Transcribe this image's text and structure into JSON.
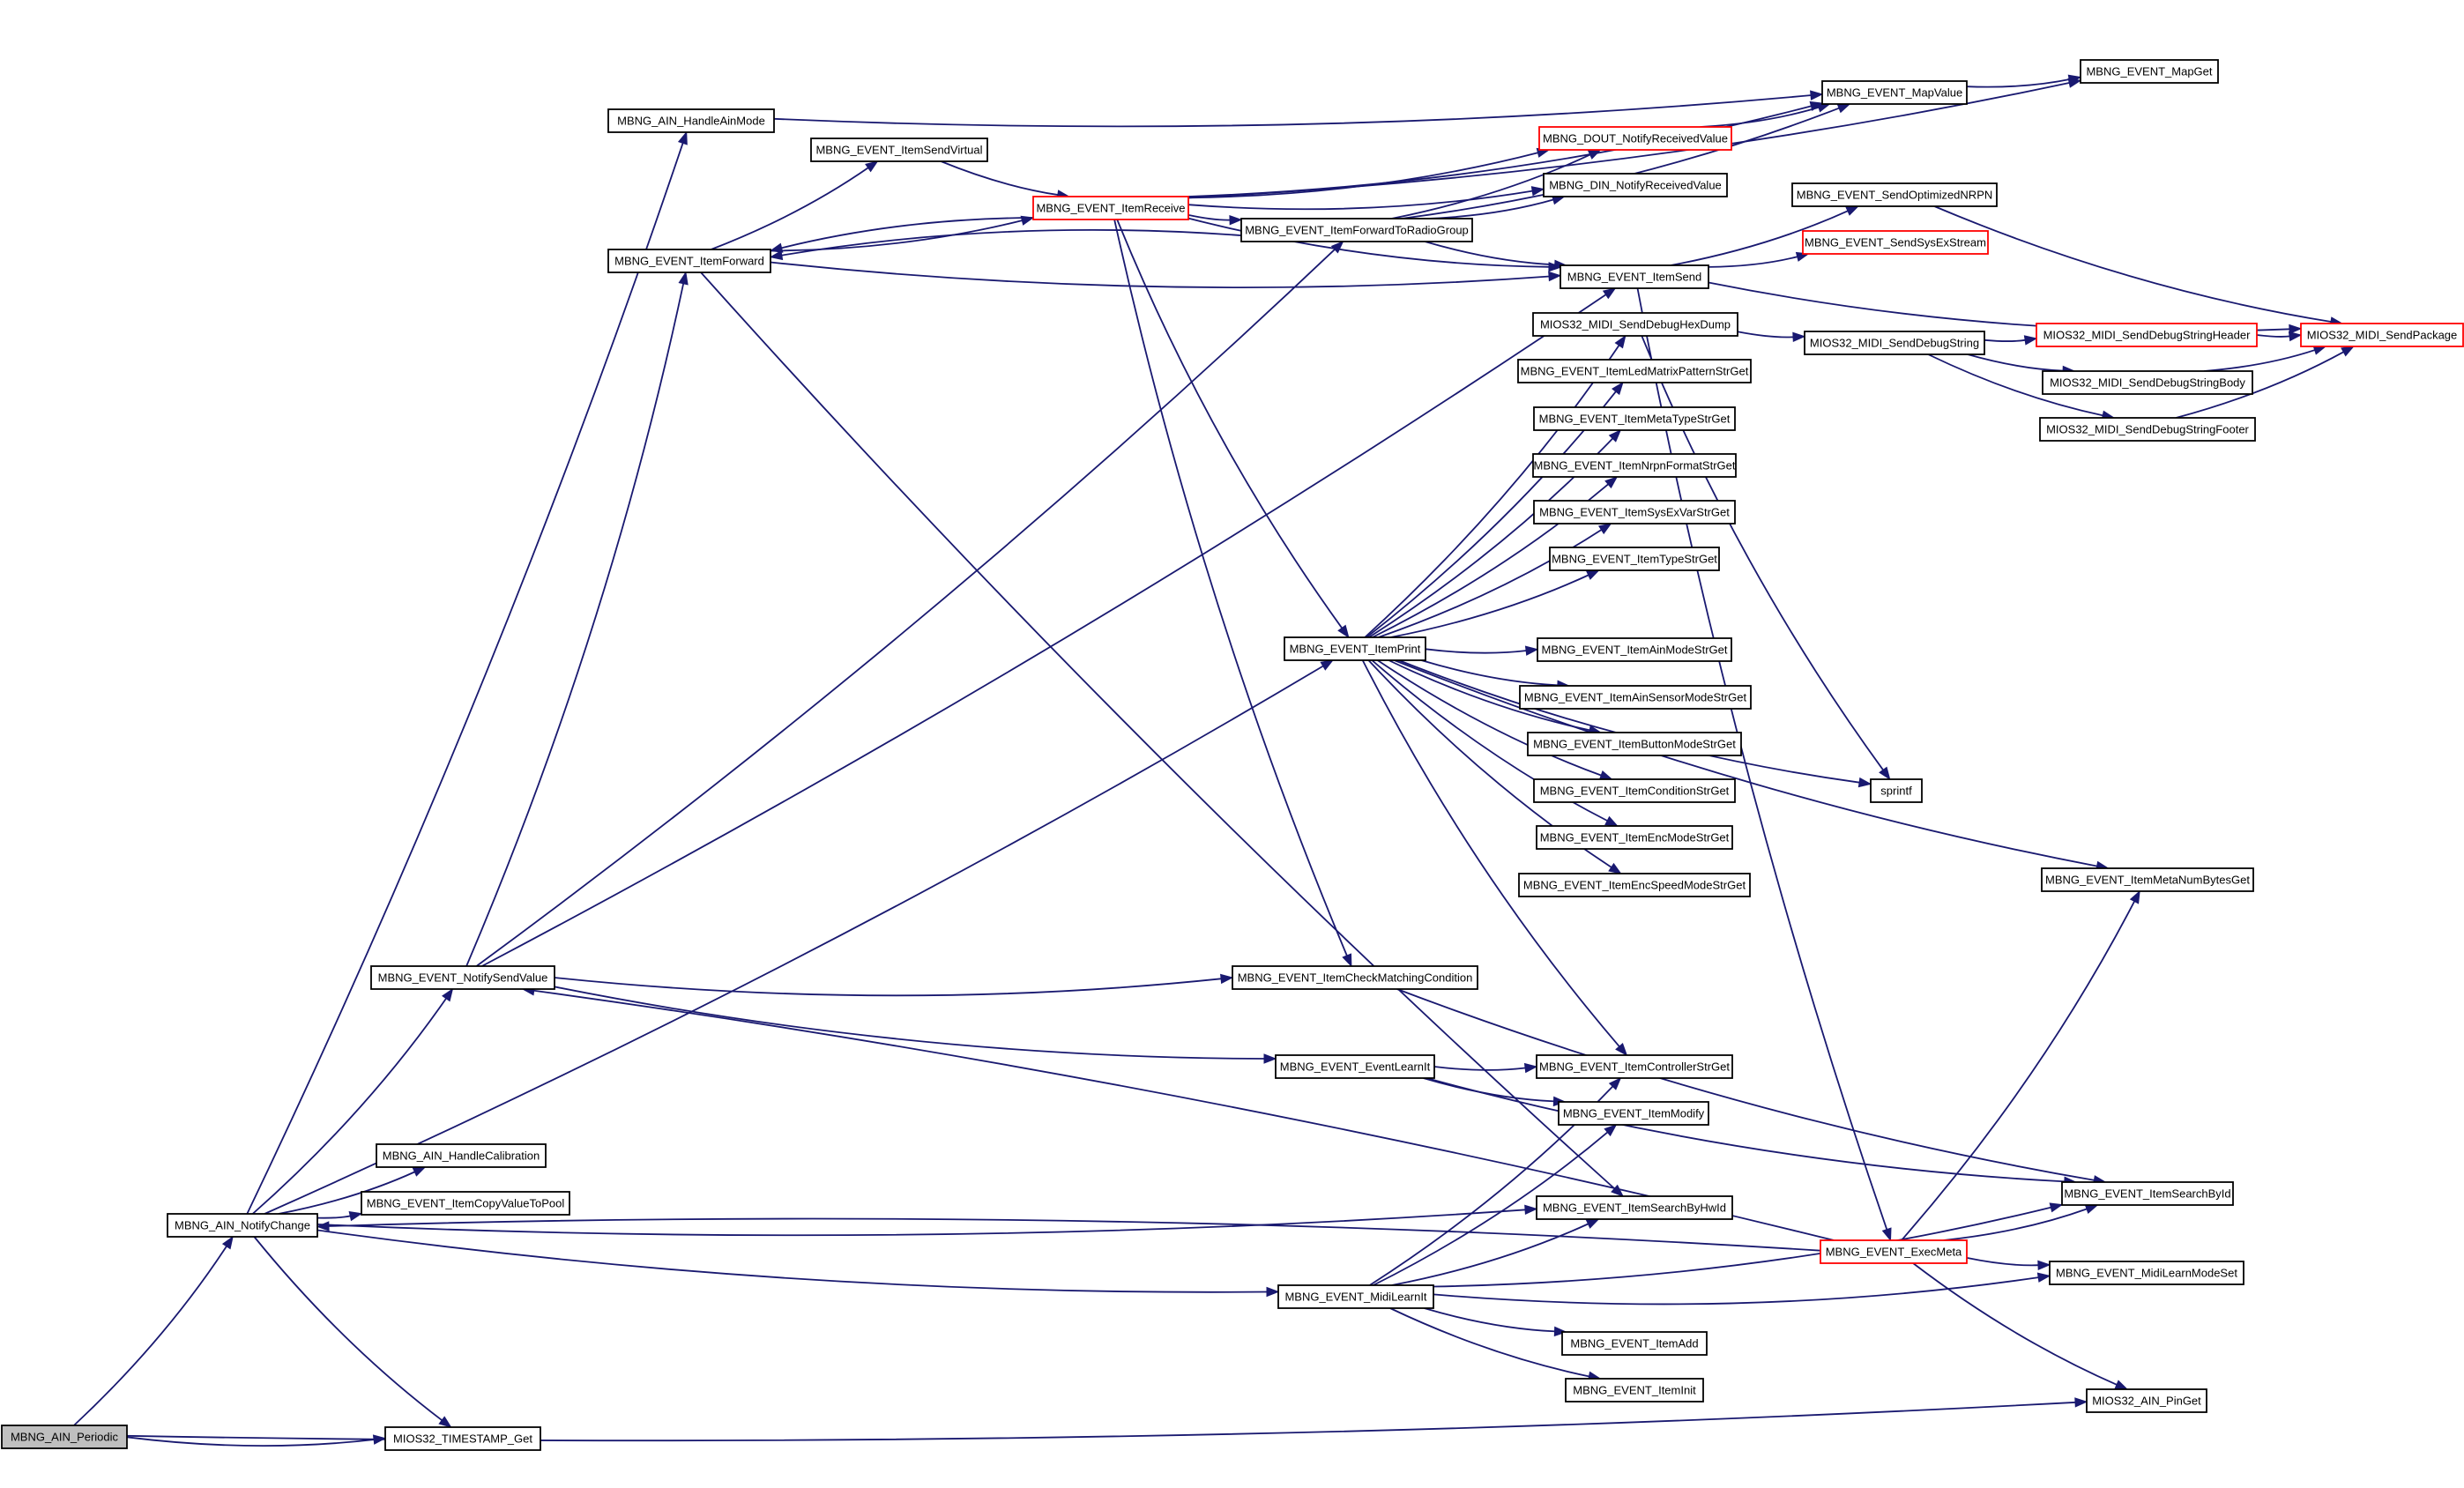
{
  "colors": {
    "edge": "#191970",
    "red_border": "#ff0000",
    "root_fill": "#bfbfbf"
  },
  "nodes": [
    {
      "id": "periodic",
      "label": "MBNG_AIN_Periodic",
      "style": "root"
    },
    {
      "id": "notify_change",
      "label": "MBNG_AIN_NotifyChange"
    },
    {
      "id": "handle_ain",
      "label": "MBNG_AIN_HandleAinMode"
    },
    {
      "id": "handle_cal",
      "label": "MBNG_AIN_HandleCalibration"
    },
    {
      "id": "copy_pool",
      "label": "MBNG_EVENT_ItemCopyValueToPool"
    },
    {
      "id": "timestamp",
      "label": "MIOS32_TIMESTAMP_Get"
    },
    {
      "id": "notify_send",
      "label": "MBNG_EVENT_NotifySendValue"
    },
    {
      "id": "item_forward",
      "label": "MBNG_EVENT_ItemForward"
    },
    {
      "id": "send_virtual",
      "label": "MBNG_EVENT_ItemSendVirtual"
    },
    {
      "id": "item_receive",
      "label": "MBNG_EVENT_ItemReceive",
      "style": "red"
    },
    {
      "id": "fwd_radio",
      "label": "MBNG_EVENT_ItemForwardToRadioGroup"
    },
    {
      "id": "item_print",
      "label": "MBNG_EVENT_ItemPrint"
    },
    {
      "id": "check_cond",
      "label": "MBNG_EVENT_ItemCheckMatchingCondition"
    },
    {
      "id": "learn_it",
      "label": "MBNG_EVENT_EventLearnIt"
    },
    {
      "id": "midi_learn",
      "label": "MBNG_EVENT_MidiLearnIt"
    },
    {
      "id": "dout_notify",
      "label": "MBNG_DOUT_NotifyReceivedValue",
      "style": "red"
    },
    {
      "id": "din_notify",
      "label": "MBNG_DIN_NotifyReceivedValue"
    },
    {
      "id": "item_send",
      "label": "MBNG_EVENT_ItemSend"
    },
    {
      "id": "hex_dump",
      "label": "MIOS32_MIDI_SendDebugHexDump"
    },
    {
      "id": "led_matrix",
      "label": "MBNG_EVENT_ItemLedMatrixPatternStrGet"
    },
    {
      "id": "meta_type",
      "label": "MBNG_EVENT_ItemMetaTypeStrGet"
    },
    {
      "id": "nrpn_fmt",
      "label": "MBNG_EVENT_ItemNrpnFormatStrGet"
    },
    {
      "id": "sysex_var",
      "label": "MBNG_EVENT_ItemSysExVarStrGet"
    },
    {
      "id": "type_str",
      "label": "MBNG_EVENT_ItemTypeStrGet"
    },
    {
      "id": "ain_mode",
      "label": "MBNG_EVENT_ItemAinModeStrGet"
    },
    {
      "id": "ain_sensor",
      "label": "MBNG_EVENT_ItemAinSensorModeStrGet"
    },
    {
      "id": "button_mode",
      "label": "MBNG_EVENT_ItemButtonModeStrGet"
    },
    {
      "id": "condition_str",
      "label": "MBNG_EVENT_ItemConditionStrGet"
    },
    {
      "id": "enc_mode",
      "label": "MBNG_EVENT_ItemEncModeStrGet"
    },
    {
      "id": "enc_speed",
      "label": "MBNG_EVENT_ItemEncSpeedModeStrGet"
    },
    {
      "id": "controller_str",
      "label": "MBNG_EVENT_ItemControllerStrGet"
    },
    {
      "id": "item_modify",
      "label": "MBNG_EVENT_ItemModify"
    },
    {
      "id": "search_hwid",
      "label": "MBNG_EVENT_ItemSearchByHwId"
    },
    {
      "id": "item_add",
      "label": "MBNG_EVENT_ItemAdd"
    },
    {
      "id": "item_init",
      "label": "MBNG_EVENT_ItemInit"
    },
    {
      "id": "map_value",
      "label": "MBNG_EVENT_MapValue"
    },
    {
      "id": "map_get",
      "label": "MBNG_EVENT_MapGet"
    },
    {
      "id": "send_opt_nrpn",
      "label": "MBNG_EVENT_SendOptimizedNRPN"
    },
    {
      "id": "send_sysex",
      "label": "MBNG_EVENT_SendSysExStream",
      "style": "red"
    },
    {
      "id": "debug_string",
      "label": "MIOS32_MIDI_SendDebugString"
    },
    {
      "id": "debug_header",
      "label": "MIOS32_MIDI_SendDebugStringHeader",
      "style": "red"
    },
    {
      "id": "debug_body",
      "label": "MIOS32_MIDI_SendDebugStringBody"
    },
    {
      "id": "debug_footer",
      "label": "MIOS32_MIDI_SendDebugStringFooter"
    },
    {
      "id": "send_package",
      "label": "MIOS32_MIDI_SendPackage",
      "style": "red"
    },
    {
      "id": "sprintf",
      "label": "sprintf"
    },
    {
      "id": "meta_bytes",
      "label": "MBNG_EVENT_ItemMetaNumBytesGet"
    },
    {
      "id": "exec_meta",
      "label": "MBNG_EVENT_ExecMeta",
      "style": "red"
    },
    {
      "id": "search_id",
      "label": "MBNG_EVENT_ItemSearchById"
    },
    {
      "id": "learn_mode",
      "label": "MBNG_EVENT_MidiLearnModeSet"
    },
    {
      "id": "ain_pinget",
      "label": "MIOS32_AIN_PinGet"
    }
  ],
  "edges": [
    [
      "periodic",
      "notify_change"
    ],
    [
      "periodic",
      "timestamp"
    ],
    [
      "periodic",
      "ain_pinget"
    ],
    [
      "notify_change",
      "handle_ain"
    ],
    [
      "notify_change",
      "handle_cal"
    ],
    [
      "notify_change",
      "copy_pool"
    ],
    [
      "notify_change",
      "timestamp"
    ],
    [
      "notify_change",
      "notify_send"
    ],
    [
      "notify_change",
      "item_print"
    ],
    [
      "notify_change",
      "midi_learn"
    ],
    [
      "notify_change",
      "search_hwid"
    ],
    [
      "handle_ain",
      "map_value"
    ],
    [
      "notify_send",
      "item_forward"
    ],
    [
      "notify_send",
      "fwd_radio"
    ],
    [
      "notify_send",
      "item_send"
    ],
    [
      "notify_send",
      "check_cond"
    ],
    [
      "notify_send",
      "learn_it"
    ],
    [
      "item_forward",
      "send_virtual"
    ],
    [
      "item_forward",
      "item_receive"
    ],
    [
      "item_forward",
      "item_send"
    ],
    [
      "item_forward",
      "search_hwid"
    ],
    [
      "send_virtual",
      "item_receive"
    ],
    [
      "item_receive",
      "map_value"
    ],
    [
      "item_receive",
      "map_get"
    ],
    [
      "item_receive",
      "dout_notify"
    ],
    [
      "item_receive",
      "din_notify"
    ],
    [
      "item_receive",
      "fwd_radio"
    ],
    [
      "item_receive",
      "item_send"
    ],
    [
      "item_receive",
      "item_print"
    ],
    [
      "item_receive",
      "check_cond"
    ],
    [
      "item_receive",
      "item_forward"
    ],
    [
      "fwd_radio",
      "item_forward"
    ],
    [
      "fwd_radio",
      "map_value"
    ],
    [
      "fwd_radio",
      "dout_notify"
    ],
    [
      "fwd_radio",
      "din_notify"
    ],
    [
      "fwd_radio",
      "item_send"
    ],
    [
      "dout_notify",
      "map_value"
    ],
    [
      "map_value",
      "map_get"
    ],
    [
      "item_send",
      "send_opt_nrpn"
    ],
    [
      "item_send",
      "send_sysex"
    ],
    [
      "item_send",
      "send_package"
    ],
    [
      "item_send",
      "exec_meta"
    ],
    [
      "send_opt_nrpn",
      "send_package"
    ],
    [
      "hex_dump",
      "debug_string"
    ],
    [
      "hex_dump",
      "sprintf"
    ],
    [
      "debug_string",
      "debug_header"
    ],
    [
      "debug_string",
      "debug_body"
    ],
    [
      "debug_string",
      "debug_footer"
    ],
    [
      "debug_header",
      "send_package"
    ],
    [
      "debug_body",
      "send_package"
    ],
    [
      "debug_footer",
      "send_package"
    ],
    [
      "item_print",
      "hex_dump"
    ],
    [
      "item_print",
      "led_matrix"
    ],
    [
      "item_print",
      "meta_type"
    ],
    [
      "item_print",
      "nrpn_fmt"
    ],
    [
      "item_print",
      "sysex_var"
    ],
    [
      "item_print",
      "type_str"
    ],
    [
      "item_print",
      "ain_mode"
    ],
    [
      "item_print",
      "ain_sensor"
    ],
    [
      "item_print",
      "button_mode"
    ],
    [
      "item_print",
      "condition_str"
    ],
    [
      "item_print",
      "enc_mode"
    ],
    [
      "item_print",
      "enc_speed"
    ],
    [
      "item_print",
      "controller_str"
    ],
    [
      "item_print",
      "sprintf"
    ],
    [
      "item_print",
      "meta_bytes"
    ],
    [
      "check_cond",
      "search_id"
    ],
    [
      "learn_it",
      "controller_str"
    ],
    [
      "learn_it",
      "item_modify"
    ],
    [
      "learn_it",
      "search_id"
    ],
    [
      "midi_learn",
      "controller_str"
    ],
    [
      "midi_learn",
      "item_modify"
    ],
    [
      "midi_learn",
      "search_hwid"
    ],
    [
      "midi_learn",
      "item_add"
    ],
    [
      "midi_learn",
      "item_init"
    ],
    [
      "midi_learn",
      "search_id"
    ],
    [
      "midi_learn",
      "learn_mode"
    ],
    [
      "exec_meta",
      "meta_bytes"
    ],
    [
      "exec_meta",
      "search_id"
    ],
    [
      "exec_meta",
      "learn_mode"
    ],
    [
      "exec_meta",
      "ain_pinget"
    ],
    [
      "exec_meta",
      "notify_send"
    ],
    [
      "exec_meta",
      "notify_change"
    ]
  ]
}
